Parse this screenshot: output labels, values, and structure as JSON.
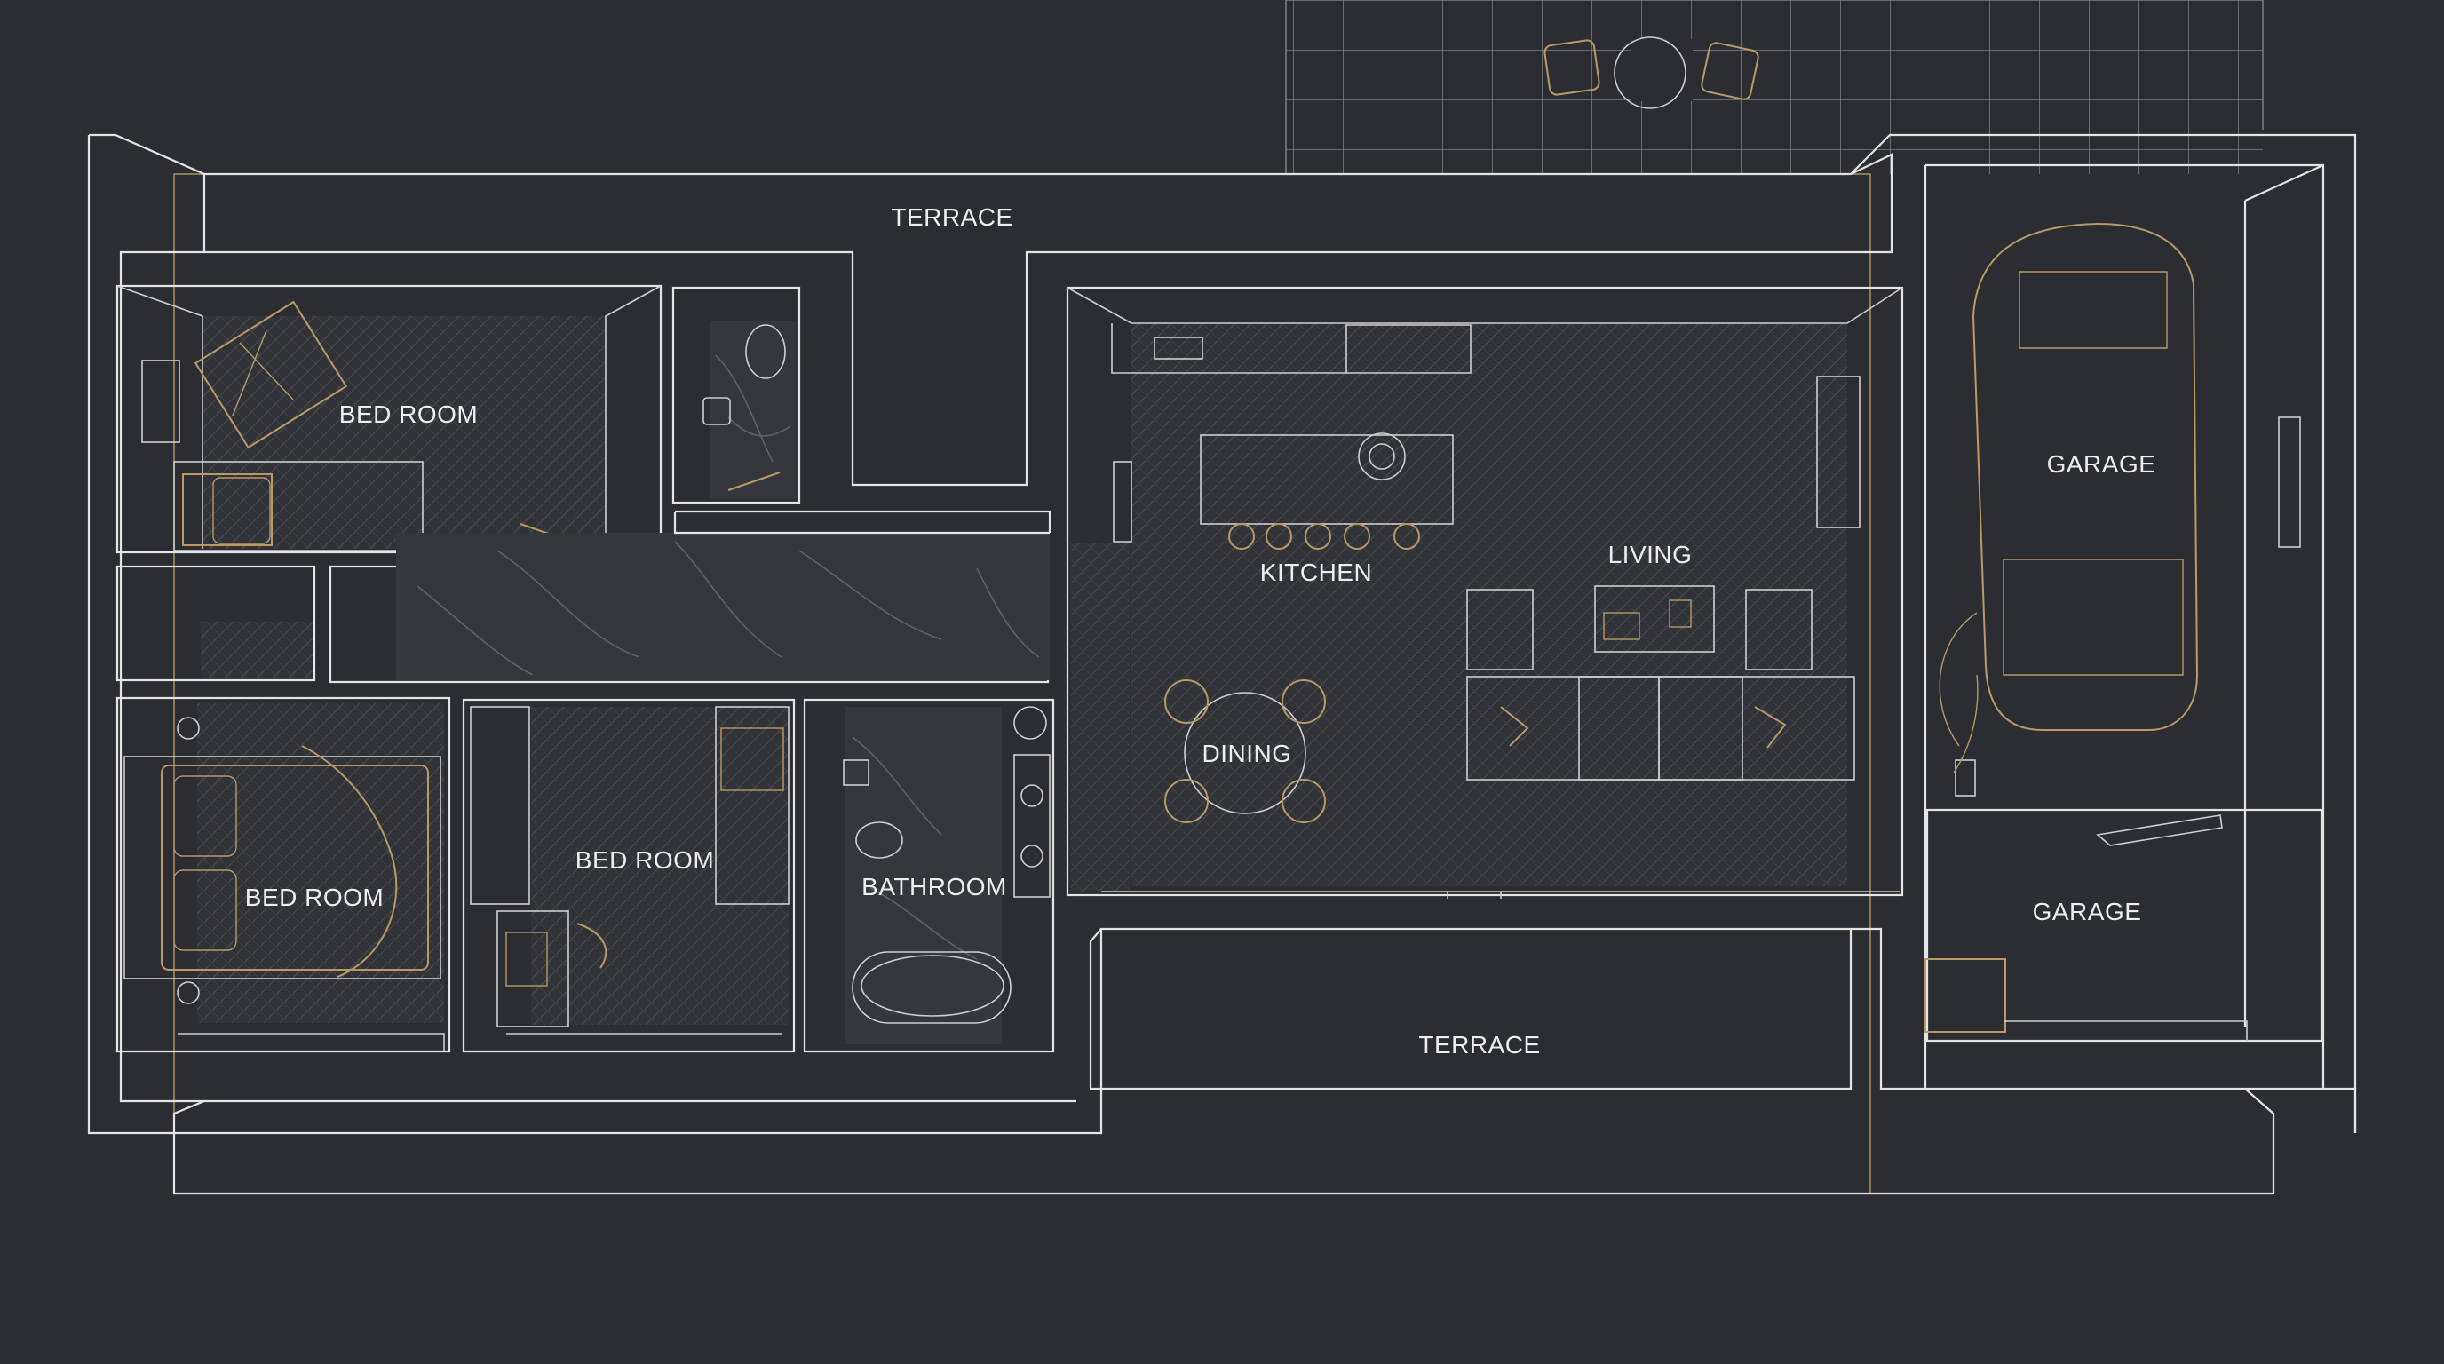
{
  "rooms": {
    "terrace_top": "TERRACE",
    "bedroom_top": "BED ROOM",
    "bedroom_left": "BED ROOM",
    "bedroom_middle": "BED ROOM",
    "bathroom": "BATHROOM",
    "kitchen": "KITCHEN",
    "living": "LIVING",
    "dining": "DINING",
    "garage_top": "GARAGE",
    "garage_bottom": "GARAGE",
    "terrace_bottom": "TERRACE"
  },
  "colors": {
    "background": "#2b2d33",
    "wall_line": "#e4e4e4",
    "accent_gold": "#b79a66",
    "floor_fill": "#303238",
    "marble_fill": "#34373c"
  }
}
